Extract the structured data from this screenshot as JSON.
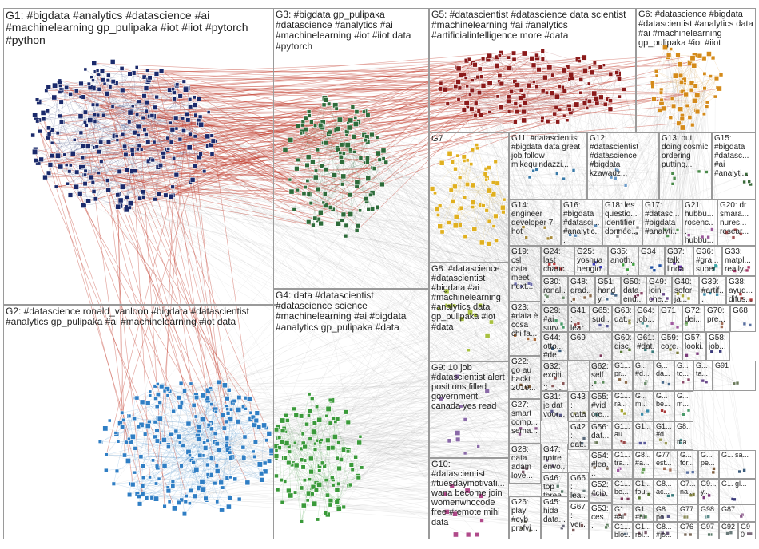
{
  "diagram": {
    "groups": [
      {
        "id": "G1",
        "label": "G1: #bigdata #analytics #datascience #ai #machinelearning gp_pulipaka #iot #iiot #pytorch #python",
        "color": "#1b2a6b",
        "count": 260
      },
      {
        "id": "G2",
        "label": "G2: #datascience ronald_vanloon #bigdata #datascientist #analytics gp_pulipaka #ai #machinelearning #iot data",
        "color": "#2f7ec4",
        "count": 240
      },
      {
        "id": "G3",
        "label": "G3: #bigdata gp_pulipaka #datascience #analytics #ai #machinelearning #iot #iiot data #pytorch",
        "color": "#2e6b3a",
        "count": 130
      },
      {
        "id": "G4",
        "label": "G4: data #datascientist #datascience science #machinelearning #ai #bigdata #analytics gp_pulipaka #data",
        "color": "#3a9a3a",
        "count": 130
      },
      {
        "id": "G5",
        "label": "G5: #datascientist #datascience data scientist #machinelearning #ai #analytics #artificialintelligence more #data",
        "color": "#8b1a1a",
        "count": 150
      },
      {
        "id": "G6",
        "label": "G6: #datascience #bigdata #datascientist #analytics data #ai #machinelearning gp_pulipaka #iot #iiot",
        "color": "#d48a1a",
        "count": 70
      },
      {
        "id": "G7",
        "label": "G7",
        "color": "#e0b020",
        "count": 60
      },
      {
        "id": "G8",
        "label": "G8: #datascience #datascientist #bigdata #ai #machinelearning #analytics data gp_pulipaka #iot #data",
        "color": "#a8c040",
        "count": 12
      },
      {
        "id": "G9",
        "label": "G9: 10 job #datascientist alert positions filled government canada yes read",
        "color": "#8a6aa8",
        "count": 10
      },
      {
        "id": "G10",
        "label": "G10: #datascientist #tuesdaymotivati... wana become join womenwhocode free #remote mihi data",
        "color": "#b04a8a",
        "count": 10
      },
      {
        "id": "G11",
        "label": "G11: #datascientist #bigdata data great job follow mikequindazzi...",
        "color": "#3a7aa8",
        "count": 6
      },
      {
        "id": "G12",
        "label": "G12: #datascientist #datascience #bigdata kzawadz...",
        "color": "#6a9ac8",
        "count": 5
      },
      {
        "id": "G13",
        "label": "G13: out doing cosmic ordering putting...",
        "color": "#4a8a4a",
        "count": 5
      },
      {
        "id": "G15",
        "label": "G15: #bigdata #datasc... #ai #analyti...",
        "color": "#3a6a3a",
        "count": 4
      },
      {
        "id": "G14",
        "label": "G14: engineer developer 7 hot",
        "color": "#a88a3a",
        "count": 5
      },
      {
        "id": "G16",
        "label": "G16: #bigdata #datasci... #analytic...",
        "color": "#5a8ab8",
        "count": 4
      },
      {
        "id": "G18",
        "label": "G18: les questio... identifier donnée...",
        "color": "#8a8a8a",
        "count": 4
      },
      {
        "id": "G17",
        "label": "G17: #datasc... #bigdata #analyti...",
        "color": "#5a9a5a",
        "count": 4
      },
      {
        "id": "G21",
        "label": "G21: hubbu... rosenc... hubbu...",
        "color": "#9a5a9a",
        "count": 4
      },
      {
        "id": "G20",
        "label": "G20: dr smara... nures... resear...",
        "color": "#a05050",
        "count": 4
      },
      {
        "id": "G19",
        "label": "G19: csl data meet next...",
        "color": "#6a6aa8",
        "count": 4
      },
      {
        "id": "G24",
        "label": "G24: last chanc...",
        "color": "#c04040",
        "count": 4
      },
      {
        "id": "G25",
        "label": "G25: yoshua bengio...",
        "color": "#4040c0",
        "count": 3
      },
      {
        "id": "G35",
        "label": "G35: anoth... great...",
        "color": "#40a040",
        "count": 3
      },
      {
        "id": "G34",
        "label": "G34",
        "color": "#2050a0",
        "count": 3
      },
      {
        "id": "G37",
        "label": "G37: talk linda...",
        "color": "#6a3aa8",
        "count": 3
      },
      {
        "id": "G36",
        "label": "G36: #gra... super...",
        "color": "#3aa8a8",
        "count": 3
      },
      {
        "id": "G33",
        "label": "G33: matpl... really...",
        "color": "#a83a6a",
        "count": 3
      },
      {
        "id": "G23",
        "label": "G23: #data è cosa chi fa...",
        "color": "#a86a3a",
        "count": 3
      },
      {
        "id": "G30",
        "label": "G30: ronal... type...",
        "color": "#6a8a6a",
        "count": 3
      },
      {
        "id": "G48",
        "label": "G48: grad... #dat...",
        "color": "#8a6a4a",
        "count": 3
      },
      {
        "id": "G51",
        "label": "G51: handy guid...",
        "color": "#4a6a8a",
        "count": 3
      },
      {
        "id": "G50",
        "label": "G50: data end...",
        "color": "#8a4a6a",
        "count": 3
      },
      {
        "id": "G49",
        "label": "G49: join che...",
        "color": "#6a4a8a",
        "count": 3
      },
      {
        "id": "G40",
        "label": "G40: sofor ja...",
        "color": "#a8a83a",
        "count": 3
      },
      {
        "id": "G39",
        "label": "G39: #artif... invisi...",
        "color": "#3a8aa8",
        "count": 3
      },
      {
        "id": "G38",
        "label": "G38: ayud... difus...",
        "color": "#a83a3a",
        "count": 3
      },
      {
        "id": "G29",
        "label": "G29: #ai surv...",
        "color": "#4a9a6a",
        "count": 3
      },
      {
        "id": "G41",
        "label": "G41: learn #li...",
        "color": "#9a4a4a",
        "count": 3
      },
      {
        "id": "G65",
        "label": "G65: sud...",
        "color": "#5a5a9a",
        "count": 2
      },
      {
        "id": "G63",
        "label": "G63: dat...",
        "color": "#9a9a5a",
        "count": 2
      },
      {
        "id": "G64",
        "label": "G64: job...",
        "color": "#5a9a9a",
        "count": 2
      },
      {
        "id": "G71",
        "label": "G71",
        "color": "#a05aa0",
        "count": 2
      },
      {
        "id": "G72",
        "label": "G72: dei...",
        "color": "#6aa05a",
        "count": 2
      },
      {
        "id": "G70",
        "label": "G70: pre...",
        "color": "#a0705a",
        "count": 2
      },
      {
        "id": "G68",
        "label": "G68",
        "color": "#5a70a0",
        "count": 2
      },
      {
        "id": "G22",
        "label": "G22: go au hackt... 2019...",
        "color": "#7a5a3a",
        "count": 3
      },
      {
        "id": "G44",
        "label": "G44: otto... #de...",
        "color": "#3a5a7a",
        "count": 2
      },
      {
        "id": "G69",
        "label": "G69",
        "color": "#7a3a5a",
        "count": 2
      },
      {
        "id": "G60",
        "label": "G60: disc...",
        "color": "#5a7a3a",
        "count": 2
      },
      {
        "id": "G61",
        "label": "G61: #dat...",
        "color": "#3a7a7a",
        "count": 2
      },
      {
        "id": "G59",
        "label": "G59: core...",
        "color": "#7a7a3a",
        "count": 2
      },
      {
        "id": "G57",
        "label": "G57: looki...",
        "color": "#7a3a7a",
        "count": 2
      },
      {
        "id": "G58",
        "label": "G58: job...",
        "color": "#3a3a7a",
        "count": 2
      },
      {
        "id": "G32",
        "label": "G32: exciti... #artifi...",
        "color": "#8a5a5a",
        "count": 3
      },
      {
        "id": "G62",
        "label": "G62: self...",
        "color": "#5a8a5a",
        "count": 2
      },
      {
        "id": "G31",
        "label": "G31: je dat voor...",
        "color": "#5a5a8a",
        "count": 3
      },
      {
        "id": "G43",
        "label": "G43: data sci...",
        "color": "#8a8a5a",
        "count": 2
      },
      {
        "id": "G55",
        "label": "G55: #vid cre...",
        "color": "#5a8a8a",
        "count": 2
      },
      {
        "id": "G27",
        "label": "G27: smart comp... sema...",
        "color": "#8a5a8a",
        "count": 3
      },
      {
        "id": "G56",
        "label": "G56: dat...",
        "color": "#6a7a5a",
        "count": 2
      },
      {
        "id": "G42",
        "label": "G42: dat... #m...",
        "color": "#5a6a7a",
        "count": 2
      },
      {
        "id": "G28",
        "label": "G28: data adam love...",
        "color": "#7a5a6a",
        "count": 3
      },
      {
        "id": "G47",
        "label": "G47: notre envo...",
        "color": "#6a5a7a",
        "count": 2
      },
      {
        "id": "G54",
        "label": "G54: #lea...",
        "color": "#7a6a5a",
        "count": 2
      },
      {
        "id": "G46",
        "label": "G46: top three...",
        "color": "#5a7a6a",
        "count": 2
      },
      {
        "id": "G66",
        "label": "G66: lea...",
        "color": "#6a7a7a",
        "count": 2
      },
      {
        "id": "G52",
        "label": "G52: #cib...",
        "color": "#7a6a7a",
        "count": 2
      },
      {
        "id": "G26",
        "label": "G26: play #cyb profvi...",
        "color": "#7a7a6a",
        "count": 3
      },
      {
        "id": "G45",
        "label": "G45: hida data...",
        "color": "#6a6a7a",
        "count": 2
      },
      {
        "id": "G67",
        "label": "G67: ver...",
        "color": "#7a5a5a",
        "count": 2
      },
      {
        "id": "G53",
        "label": "G53: ces...",
        "color": "#5a7a5a",
        "count": 2
      }
    ],
    "small_groups": [
      {
        "label": "G1... pr...",
        "color": "#8a6a4a"
      },
      {
        "label": "G... #d...",
        "color": "#6a8a6a"
      },
      {
        "label": "G... da...",
        "color": "#4a6a8a"
      },
      {
        "label": "G... to...",
        "color": "#8a4a6a"
      },
      {
        "label": "G... ta...",
        "color": "#6a4a8a"
      },
      {
        "label": "G1... ra...",
        "color": "#a8a83a"
      },
      {
        "label": "G... m...",
        "color": "#3a8aa8"
      },
      {
        "label": "G... be...",
        "color": "#a83a3a"
      },
      {
        "label": "G... m...",
        "color": "#4a9a6a"
      },
      {
        "label": "G1... au...",
        "color": "#9a4a4a"
      },
      {
        "label": "G1...",
        "color": "#5a5a9a"
      },
      {
        "label": "G1... #d...",
        "color": "#9a9a5a"
      },
      {
        "label": "G8... ma...",
        "color": "#5a9a9a"
      },
      {
        "label": "G1... tra...",
        "color": "#a05aa0"
      },
      {
        "label": "G8... #a...",
        "color": "#6aa05a"
      },
      {
        "label": "G77 est...",
        "color": "#a0705a"
      },
      {
        "label": "G... for...",
        "color": "#5a70a0"
      },
      {
        "label": "G... pe...",
        "color": "#7a5a3a"
      },
      {
        "label": "G... sa...",
        "color": "#3a5a7a"
      },
      {
        "label": "G1... be...",
        "color": "#7a3a5a"
      },
      {
        "label": "G1... fou...",
        "color": "#5a7a3a"
      },
      {
        "label": "G8... ac...",
        "color": "#3a7a7a"
      },
      {
        "label": "G7... na...",
        "color": "#7a7a3a"
      },
      {
        "label": "G9... y...",
        "color": "#7a3a7a"
      },
      {
        "label": "G... gl...",
        "color": "#3a3a7a"
      },
      {
        "label": "G1... #ai...",
        "color": "#8a5a5a"
      },
      {
        "label": "G1... #hi...",
        "color": "#5a8a5a"
      },
      {
        "label": "G8... po...",
        "color": "#5a5a8a"
      },
      {
        "label": "G77",
        "color": "#8a8a5a"
      },
      {
        "label": "G98",
        "color": "#5a8a8a"
      },
      {
        "label": "G87",
        "color": "#8a5a8a"
      },
      {
        "label": "G91",
        "color": "#6a7a5a"
      },
      {
        "label": "G1... blo...",
        "color": "#5a6a7a"
      },
      {
        "label": "G1... rol...",
        "color": "#7a5a6a"
      },
      {
        "label": "G8... #jo...",
        "color": "#6a5a7a"
      },
      {
        "label": "G76",
        "color": "#7a6a5a"
      },
      {
        "label": "G97",
        "color": "#5a7a6a"
      },
      {
        "label": "G92",
        "color": "#6a7a7a"
      },
      {
        "label": "G90",
        "color": "#7a6a7a"
      }
    ],
    "edge_colors": {
      "inter": "#9a9a9a",
      "strong": "#c0392b"
    }
  }
}
